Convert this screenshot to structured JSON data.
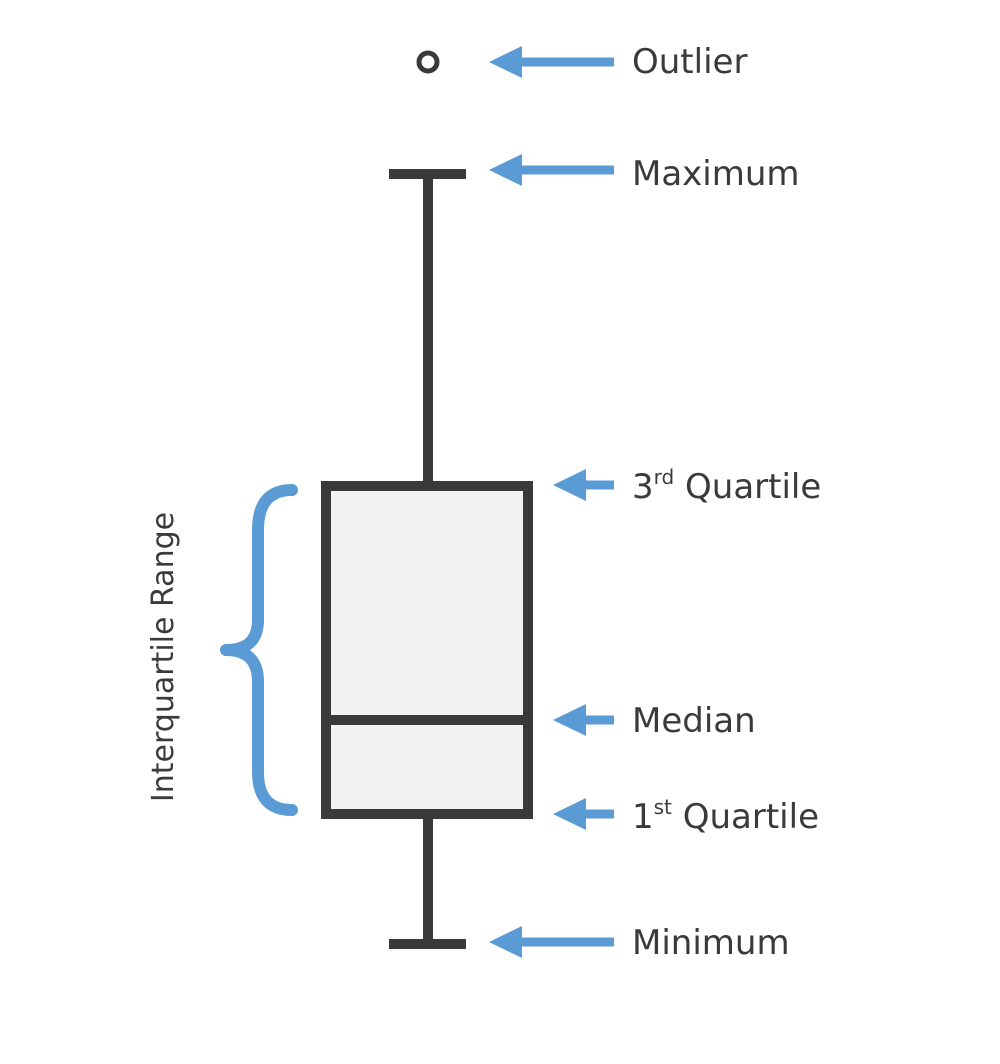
{
  "colors": {
    "stroke": "#3a3a3a",
    "box_fill": "#f2f2f2",
    "arrow": "#5b9bd5"
  },
  "labels": {
    "outlier": "Outlier",
    "maximum": "Maximum",
    "q3_num": "3",
    "q3_sup": "rd",
    "q3_word": "Quartile",
    "median": "Median",
    "q1_num": "1",
    "q1_sup": "st",
    "q1_word": "Quartile",
    "minimum": "Minimum",
    "iqr": "Interquartile Range"
  }
}
